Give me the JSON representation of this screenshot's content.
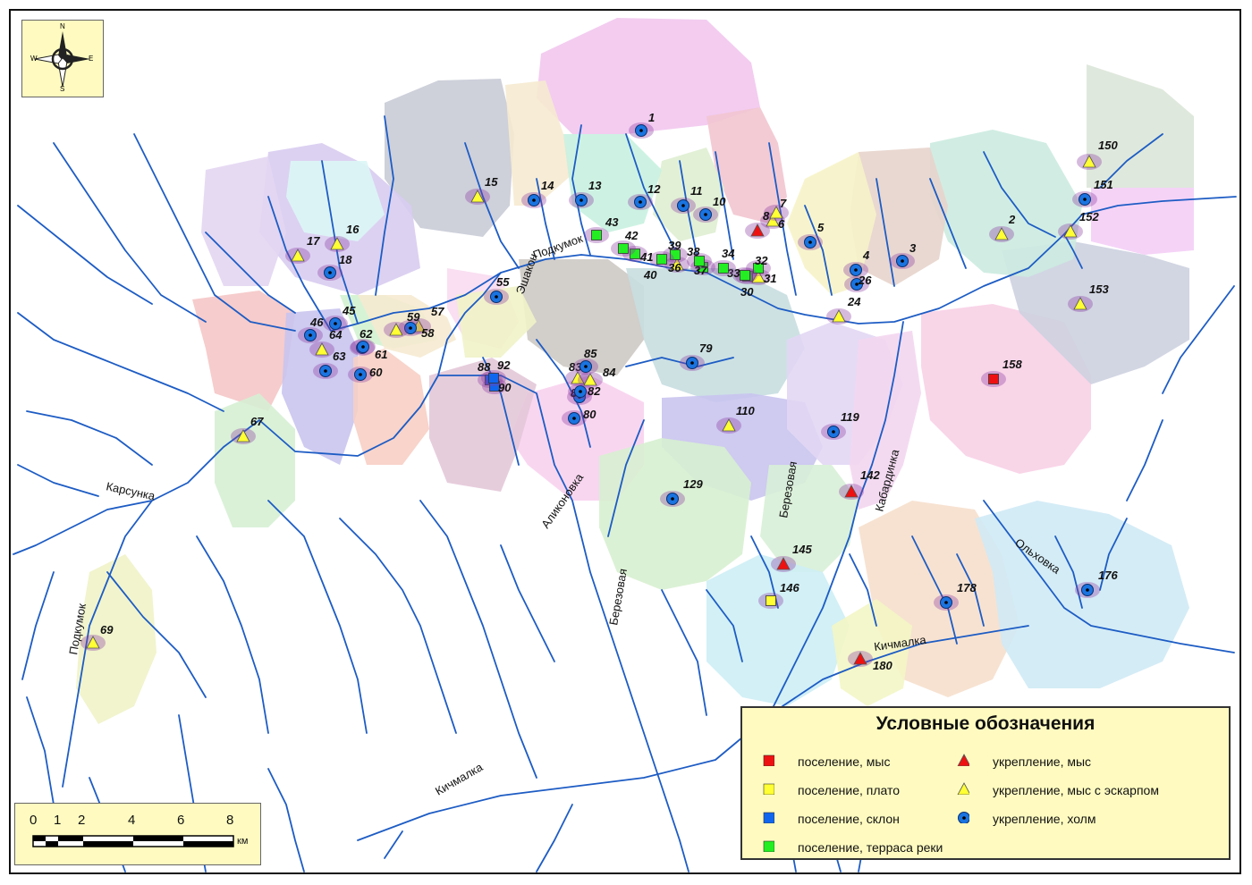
{
  "compass": {
    "n": "N",
    "s": "S",
    "w": "W",
    "e": "E"
  },
  "legend": {
    "title": "Условные обозначения",
    "items": [
      {
        "label": "поселение, мыс",
        "shape": "square",
        "color": "#ee1111"
      },
      {
        "label": "поселение, плато",
        "shape": "square",
        "color": "#ffff33"
      },
      {
        "label": "поселение, склон",
        "shape": "square",
        "color": "#1166ee"
      },
      {
        "label": "поселение, терраса реки",
        "shape": "square",
        "color": "#22ee22"
      },
      {
        "label": "укрепление, мыс",
        "shape": "triangle",
        "color": "#ee1111"
      },
      {
        "label": "укрепление, мыс с эскарпом",
        "shape": "triangle",
        "color": "#ffff33"
      },
      {
        "label": "укрепление, холм",
        "shape": "circle",
        "color": "#1a74e0"
      }
    ]
  },
  "scale": {
    "ticks": [
      "0",
      "1",
      "2",
      "4",
      "6",
      "8"
    ],
    "unit": "км"
  },
  "rivers": [
    {
      "name": "Подкумок"
    },
    {
      "name": "Эшакон"
    },
    {
      "name": "Карсунка"
    },
    {
      "name": "Аликоновка"
    },
    {
      "name": "Березовая"
    },
    {
      "name": "Березовая"
    },
    {
      "name": "Кабардинка"
    },
    {
      "name": "Ольховка"
    },
    {
      "name": "Кичмалка"
    },
    {
      "name": "Подкумок"
    },
    {
      "name": "Кичмалка"
    }
  ],
  "sites": [
    {
      "id": "1",
      "type": "holm"
    },
    {
      "id": "2",
      "type": "escarp"
    },
    {
      "id": "3",
      "type": "holm"
    },
    {
      "id": "4",
      "type": "holm"
    },
    {
      "id": "5",
      "type": "holm"
    },
    {
      "id": "6",
      "type": "escarp"
    },
    {
      "id": "7",
      "type": "escarp"
    },
    {
      "id": "8",
      "type": "mys_ukr"
    },
    {
      "id": "10",
      "type": "holm"
    },
    {
      "id": "11",
      "type": "holm"
    },
    {
      "id": "12",
      "type": "holm"
    },
    {
      "id": "13",
      "type": "holm"
    },
    {
      "id": "14",
      "type": "holm"
    },
    {
      "id": "15",
      "type": "escarp"
    },
    {
      "id": "16",
      "type": "escarp"
    },
    {
      "id": "17",
      "type": "escarp"
    },
    {
      "id": "18",
      "type": "holm"
    },
    {
      "id": "24",
      "type": "escarp"
    },
    {
      "id": "26",
      "type": "holm"
    },
    {
      "id": "30",
      "type": "terrace"
    },
    {
      "id": "31",
      "type": "escarp"
    },
    {
      "id": "32",
      "type": "terrace"
    },
    {
      "id": "33",
      "type": "terrace"
    },
    {
      "id": "34",
      "type": "terrace"
    },
    {
      "id": "36",
      "type": "escarp"
    },
    {
      "id": "37",
      "type": "terrace"
    },
    {
      "id": "38",
      "type": "terrace"
    },
    {
      "id": "39",
      "type": "terrace"
    },
    {
      "id": "40",
      "type": "terrace"
    },
    {
      "id": "41",
      "type": "terrace"
    },
    {
      "id": "42",
      "type": "terrace"
    },
    {
      "id": "43",
      "type": "terrace"
    },
    {
      "id": "45",
      "type": "holm"
    },
    {
      "id": "46",
      "type": "holm"
    },
    {
      "id": "55",
      "type": "holm"
    },
    {
      "id": "57",
      "type": "escarp"
    },
    {
      "id": "58",
      "type": "holm"
    },
    {
      "id": "59",
      "type": "escarp"
    },
    {
      "id": "60",
      "type": "holm"
    },
    {
      "id": "61",
      "type": "holm"
    },
    {
      "id": "62",
      "type": "holm"
    },
    {
      "id": "63",
      "type": "holm"
    },
    {
      "id": "64",
      "type": "escarp"
    },
    {
      "id": "67",
      "type": "escarp"
    },
    {
      "id": "69",
      "type": "escarp"
    },
    {
      "id": "79",
      "type": "holm"
    },
    {
      "id": "80",
      "type": "holm"
    },
    {
      "id": "81",
      "type": "holm"
    },
    {
      "id": "82",
      "type": "holm"
    },
    {
      "id": "83",
      "type": "escarp"
    },
    {
      "id": "84",
      "type": "escarp"
    },
    {
      "id": "85",
      "type": "holm"
    },
    {
      "id": "88",
      "type": "slope"
    },
    {
      "id": "90",
      "type": "slope"
    },
    {
      "id": "92",
      "type": "slope"
    },
    {
      "id": "110",
      "type": "escarp"
    },
    {
      "id": "119",
      "type": "holm"
    },
    {
      "id": "129",
      "type": "holm"
    },
    {
      "id": "142",
      "type": "mys_ukr"
    },
    {
      "id": "145",
      "type": "mys_ukr"
    },
    {
      "id": "146",
      "type": "plateau"
    },
    {
      "id": "150",
      "type": "escarp"
    },
    {
      "id": "151",
      "type": "holm"
    },
    {
      "id": "152",
      "type": "escarp"
    },
    {
      "id": "153",
      "type": "escarp"
    },
    {
      "id": "158",
      "type": "mys_pos"
    },
    {
      "id": "176",
      "type": "holm"
    },
    {
      "id": "178",
      "type": "holm"
    },
    {
      "id": "180",
      "type": "mys_ukr"
    }
  ]
}
